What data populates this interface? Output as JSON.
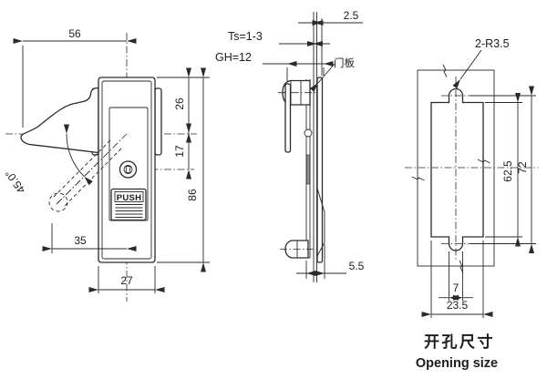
{
  "drawing": {
    "line_color": "#2a2a2a",
    "front_view": {
      "dims": {
        "width_top": "56",
        "height_upper": "26",
        "height_mid": "17",
        "height_total": "86",
        "swing_angle": "45.0°",
        "offset_bottom": "35",
        "width_bottom": "27"
      },
      "button_label": "PUSH"
    },
    "side_view": {
      "dims": {
        "bezel_protrusion": "2.5",
        "panel_thickness": "Ts=1-3",
        "grip_height": "GH=12",
        "tail_offset": "5.5"
      },
      "panel_label": "门板"
    },
    "opening_view": {
      "dims": {
        "notch_radius": "2-R3.5",
        "slot_height": "62.5",
        "notch_span": "72",
        "notch_width": "7",
        "slot_width": "23.5"
      },
      "title_zh": "开孔尺寸",
      "title_en": "Opening size"
    }
  }
}
